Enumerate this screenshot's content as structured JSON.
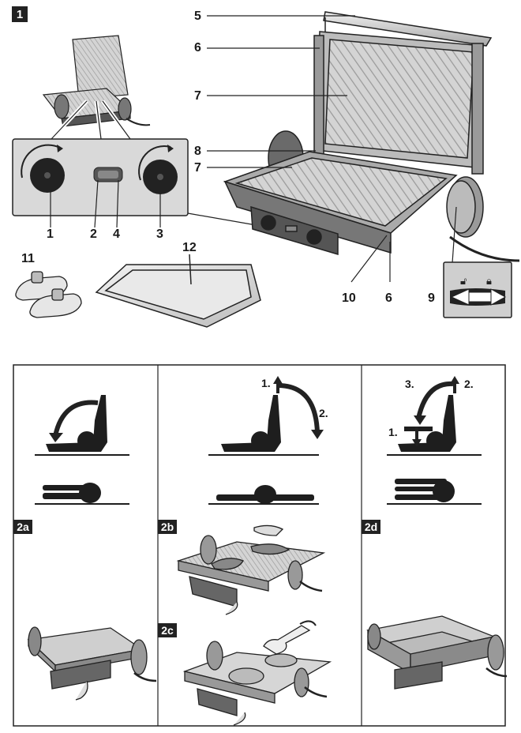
{
  "figure1": {
    "label": "1",
    "callouts": [
      "1",
      "2",
      "4",
      "3",
      "5",
      "6",
      "7",
      "8",
      "7",
      "10",
      "6",
      "9",
      "11",
      "12"
    ]
  },
  "figure2": {
    "panels": [
      {
        "label": "2a"
      },
      {
        "label": "2b",
        "steps": [
          "1.",
          "2."
        ]
      },
      {
        "label": "2c"
      },
      {
        "label": "2d",
        "steps": [
          "3.",
          "2.",
          "1."
        ]
      }
    ]
  },
  "colors": {
    "ink": "#1a1a1a",
    "panel_fill": "#d9d9d9",
    "plate": "#cfcfcf",
    "border": "#333333"
  }
}
